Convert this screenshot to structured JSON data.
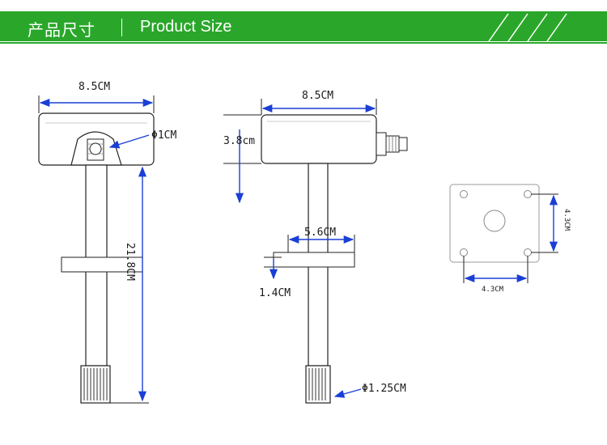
{
  "header": {
    "title_cn": "产品尺寸",
    "title_en": "Product Size"
  },
  "colors": {
    "banner": "#2aa72a",
    "arrow": "#1a3fd6",
    "outline": "#222222"
  },
  "front_view": {
    "width_label": "8.5CM",
    "probe_length_label": "21.8CM",
    "hole_diameter_label": "Φ1CM"
  },
  "side_view": {
    "width_label": "8.5CM",
    "height_label": "3.8cm",
    "flange_width_label": "5.6CM",
    "flange_thickness_label": "1.4CM",
    "tip_diameter_label": "Φ1.25CM"
  },
  "flange_view": {
    "hole_spacing_h_label": "4.3CM",
    "hole_spacing_v_label": "4.3CM"
  }
}
